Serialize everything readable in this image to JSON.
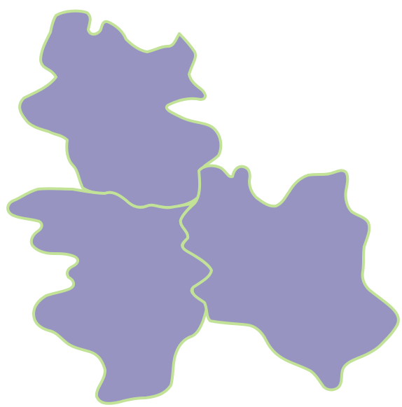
{
  "map": {
    "fill_color": "#9794c2",
    "border_color": "#c2e297",
    "background_color": "#ffffff",
    "regions": [
      {
        "id": "north"
      },
      {
        "id": "southwest"
      },
      {
        "id": "east"
      }
    ]
  }
}
